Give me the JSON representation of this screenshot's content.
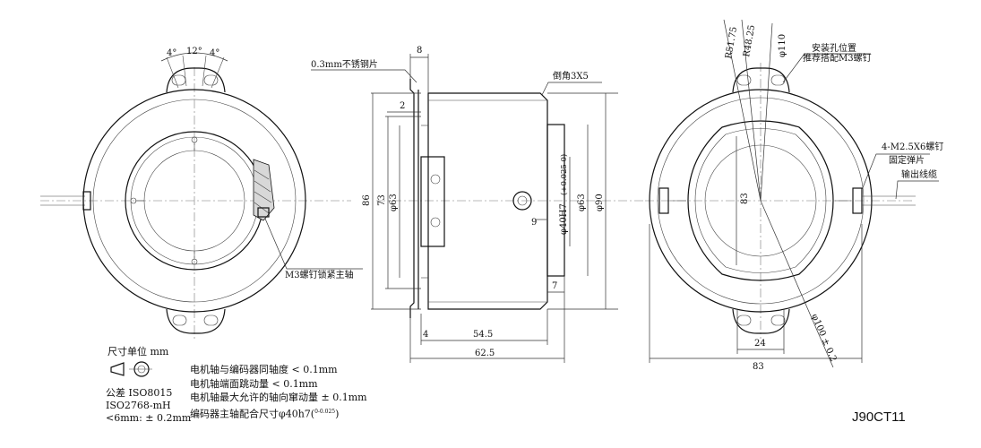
{
  "model": "J90CT11",
  "unit_label": "尺寸单位 mm",
  "tolerance": {
    "standard1": "公差 ISO8015",
    "standard2": "ISO2768-mH",
    "rule": "<6mm: ± 0.2mm"
  },
  "notes": [
    "电机轴与编码器同轴度 < 0.1mm",
    "电机轴端面跳动量 < 0.1mm",
    "电机轴最大允许的轴向窜动量 ± 0.1mm"
  ],
  "fit_note": {
    "text": "编码器主轴配合尺寸φ40h7(",
    "upper": "0",
    "lower": "-0.025",
    "close": ")"
  },
  "front": {
    "angle_left": "4°",
    "angle_mid": "12°",
    "angle_right": "4°",
    "screw_label": "M3螺钉锁紧主轴"
  },
  "side": {
    "plate": "0.3mm不锈钢片",
    "dim_8": "8",
    "dim_2": "2",
    "chamfer": "倒角3X5",
    "dim_86": "86",
    "dim_73": "73",
    "dim_63_left": "φ63",
    "dim_40h7": "φ40H7",
    "dim_40h7_tol": "(+0.025 0)",
    "dim_63_right": "φ63",
    "dim_90": "φ90",
    "dim_9": "9",
    "dim_7": "7",
    "dim_4": "4",
    "dim_545": "54.5",
    "dim_625": "62.5"
  },
  "back": {
    "r5175": "R51.75",
    "r4825": "R48.25",
    "d110": "φ110",
    "mount_hole_1": "安装孔位置",
    "mount_hole_2": "推荐搭配M3螺钉",
    "screw_1": "4-M2.5X6螺钉",
    "screw_2": "固定弹片",
    "cable": "输出线缆",
    "dim_83_v": "83",
    "d100": "φ100 ± 0.2",
    "dim_24": "24",
    "dim_83": "83"
  }
}
